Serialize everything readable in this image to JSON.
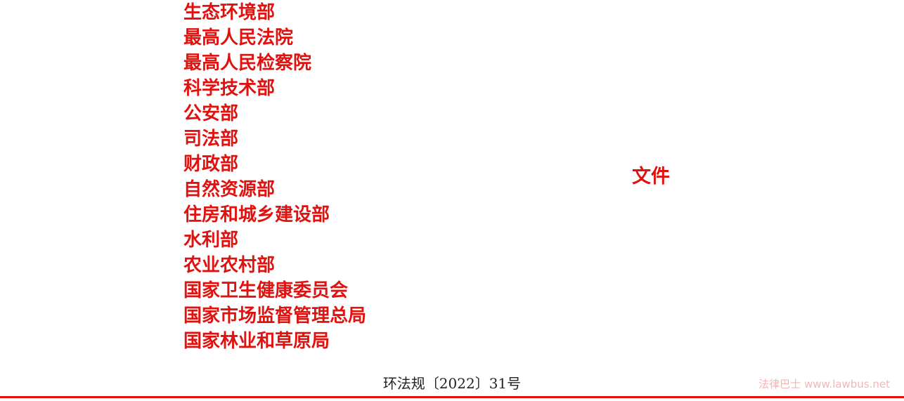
{
  "issuers": [
    "生态环境部",
    "最高人民法院",
    "最高人民检察院",
    "科学技术部",
    "公安部",
    "司法部",
    "财政部",
    "自然资源部",
    "住房和城乡建设部",
    "水利部",
    "农业农村部",
    "国家卫生健康委员会",
    "国家市场监督管理总局",
    "国家林业和草原局"
  ],
  "document_word": "文件",
  "document_number": "环法规〔2022〕31号",
  "watermark": "法律巴士 www.lawbus.net",
  "colors": {
    "header_red": "#e0120f",
    "body_text": "#222222",
    "watermark": "#f2b7b4"
  }
}
